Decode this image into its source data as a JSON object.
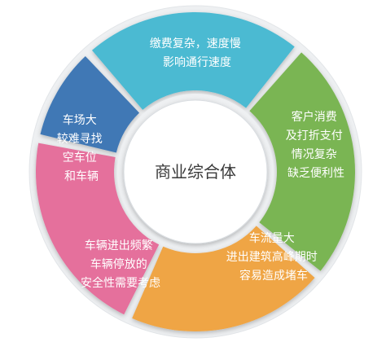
{
  "center": {
    "label": "商业综合体"
  },
  "segments": [
    {
      "color": "#4bbad2",
      "lines": [
        "缴费复杂，速度慢",
        "影响通行速度"
      ]
    },
    {
      "color": "#7ab553",
      "lines": [
        "客户消费",
        "及打折支付",
        "情况复杂",
        "缺乏便利性"
      ]
    },
    {
      "color": "#efa544",
      "lines": [
        "车流量大",
        "进出建筑高峰期时",
        "容易造成堵车"
      ]
    },
    {
      "color": "#e56f9c",
      "lines": [
        "车辆进出频繁",
        "车辆停放的",
        "安全性需要考虑"
      ]
    },
    {
      "color": "#3f78b5",
      "lines": [
        "车场大",
        "较难寻找",
        "空车位",
        "和车辆"
      ]
    }
  ]
}
